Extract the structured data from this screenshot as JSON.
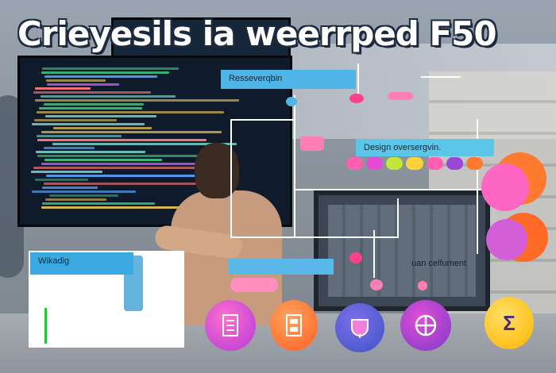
{
  "header": {
    "title": "Crieyesils ia weerrped F50"
  },
  "labels": {
    "top_label": "Resseverqbin",
    "design_label": "Design oversergvin.",
    "ux_label": "uan celfument",
    "left_label": "Wikadig"
  },
  "icons": {
    "node_1": "document-icon",
    "node_2": "ledger-icon",
    "node_3": "cup-icon",
    "node_4": "compass-icon",
    "node_5": "currency-icon"
  },
  "node_5_glyph": "Σ",
  "colors": {
    "accent_blue": "#4fb4e6",
    "accent_pink": "#ff5fae",
    "accent_orange": "#ff7a2f",
    "accent_yellow": "#ffc61a",
    "accent_purple": "#9b47d6"
  }
}
